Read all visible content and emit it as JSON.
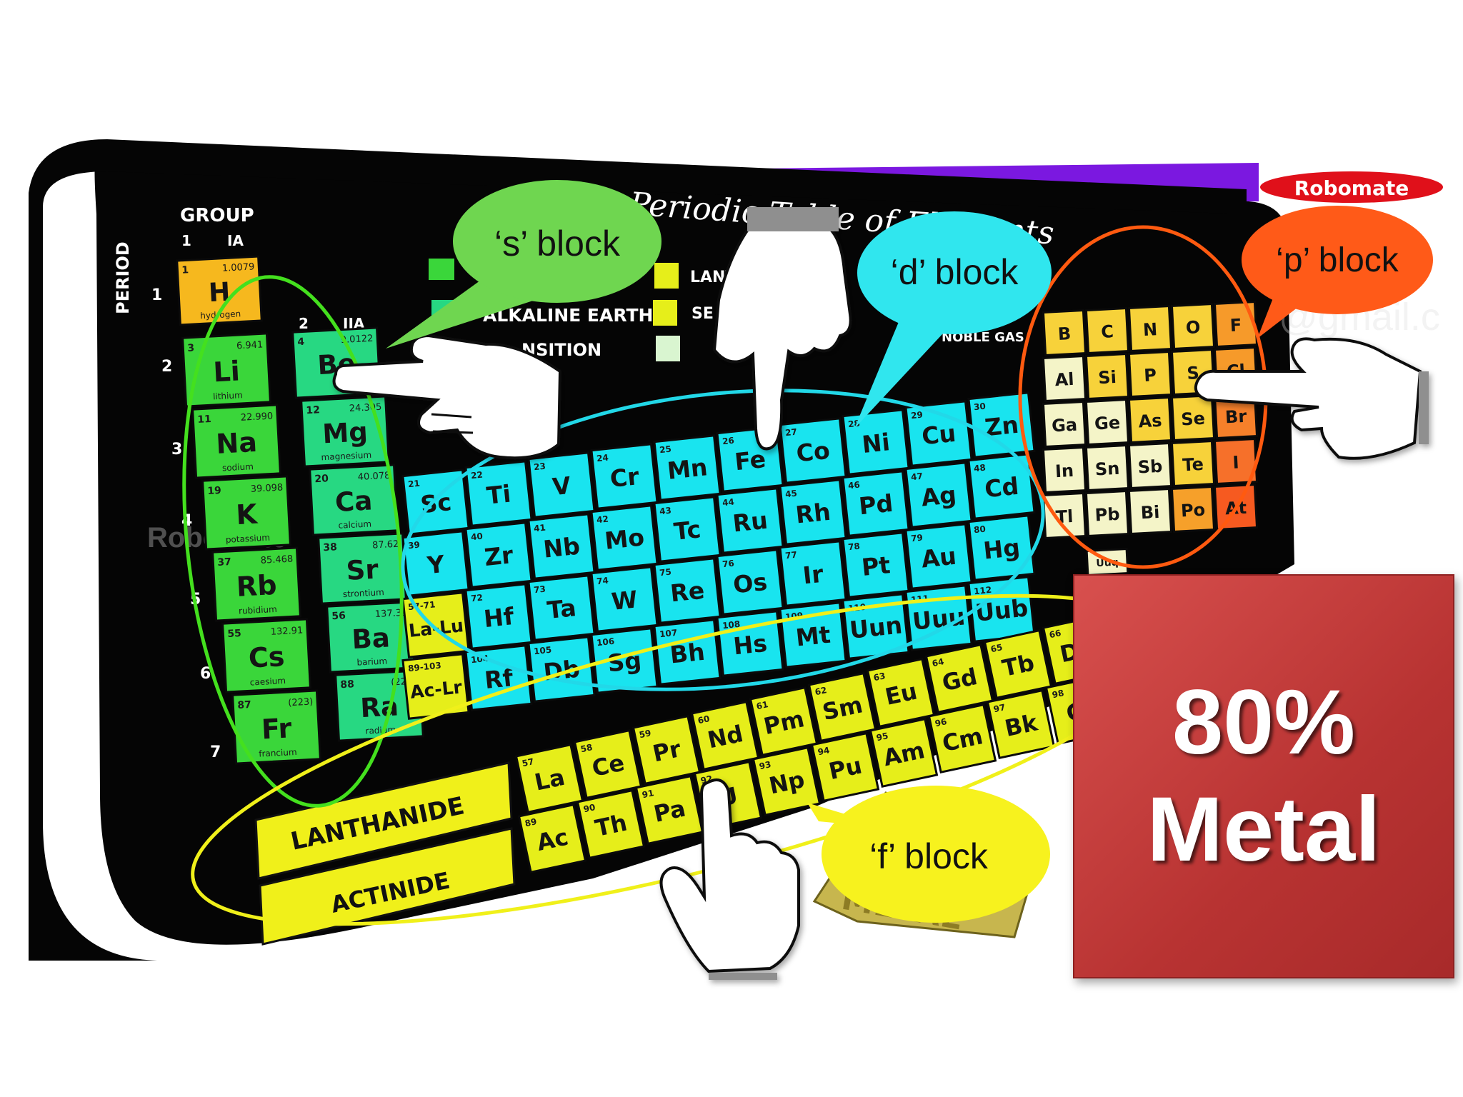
{
  "title": "Periodic Table of Elements",
  "brand": "Robomate",
  "watermark_left": "Robomate",
  "watermark_right": "@gmail.c",
  "labels": {
    "period": "PERIOD",
    "group": "GROUP",
    "group_1": "1",
    "group_1_roman": "IA",
    "group_2": "2",
    "group_2_roman": "IIA",
    "lanthanide": "LANTHANIDE",
    "actinide": "ACTINIDE",
    "metal_bar": "METAL"
  },
  "periods": [
    "1",
    "2",
    "3",
    "4",
    "5",
    "6",
    "7"
  ],
  "legend": {
    "alkaline_earth": "ALKALINE EARTH",
    "lanthanide_partial": "LANT",
    "transition_partial": "NSITION",
    "semimetal_partial": "SE",
    "noble_gas_partial": "NOBLE GAS"
  },
  "bubbles": {
    "s": "‘s’ block",
    "d": "‘d’ block",
    "p": "‘p’ block",
    "f": "‘f’ block"
  },
  "callout": {
    "line1": "80%",
    "line2": "Metal"
  },
  "colors": {
    "background": "#ffffff",
    "table_black": "#050505",
    "s_block_green": "#3ad63a",
    "alkaline_green": "#27d882",
    "d_block_cyan": "#19e4ef",
    "f_block_yellow": "#e6ee1a",
    "p_block_orange": "#f6a32e",
    "callout_red": "#c13b3a",
    "s_bubble": "#6fd650",
    "d_bubble": "#30e6ee",
    "p_bubble": "#ff5a18",
    "f_bubble": "#f7f21e"
  },
  "elements": {
    "s": [
      {
        "sym": "H",
        "num": "1",
        "mass": "1.0079",
        "name": "hydrogen",
        "color": "#f6b81e"
      },
      {
        "sym": "Li",
        "num": "3",
        "mass": "6.941",
        "name": "lithium",
        "color": "#3ad63a"
      },
      {
        "sym": "Na",
        "num": "11",
        "mass": "22.990",
        "name": "sodium",
        "color": "#3ad63a"
      },
      {
        "sym": "K",
        "num": "19",
        "mass": "39.098",
        "name": "potassium",
        "color": "#3ad63a"
      },
      {
        "sym": "Rb",
        "num": "37",
        "mass": "85.468",
        "name": "rubidium",
        "color": "#3ad63a"
      },
      {
        "sym": "Cs",
        "num": "55",
        "mass": "132.91",
        "name": "caesium",
        "color": "#3ad63a"
      },
      {
        "sym": "Fr",
        "num": "87",
        "mass": "(223)",
        "name": "francium",
        "color": "#3ad63a"
      },
      {
        "sym": "Be",
        "num": "4",
        "mass": "9.0122",
        "name": "",
        "color": "#27d882"
      },
      {
        "sym": "Mg",
        "num": "12",
        "mass": "24.305",
        "name": "magnesium",
        "color": "#27d882"
      },
      {
        "sym": "Ca",
        "num": "20",
        "mass": "40.078",
        "name": "calcium",
        "color": "#27d882"
      },
      {
        "sym": "Sr",
        "num": "38",
        "mass": "87.62",
        "name": "strontium",
        "color": "#27d882"
      },
      {
        "sym": "Ba",
        "num": "56",
        "mass": "137.33",
        "name": "barium",
        "color": "#27d882"
      },
      {
        "sym": "Ra",
        "num": "88",
        "mass": "(226)",
        "name": "radium",
        "color": "#27d882"
      }
    ],
    "d": [
      [
        "Sc",
        "Ti",
        "V",
        "Cr",
        "Mn",
        "Fe",
        "Co",
        "Ni",
        "Cu",
        "Zn"
      ],
      [
        "Y",
        "Zr",
        "Nb",
        "Mo",
        "Tc",
        "Ru",
        "Rh",
        "Pd",
        "Ag",
        "Cd"
      ],
      [
        "La-Lu",
        "Hf",
        "Ta",
        "W",
        "Re",
        "Os",
        "Ir",
        "Pt",
        "Au",
        "Hg"
      ],
      [
        "Ac-Lr",
        "Rf",
        "Db",
        "Sg",
        "Bh",
        "Hs",
        "Mt",
        "Uun",
        "Uuu",
        "Uub"
      ]
    ],
    "d_numbers": [
      [
        "21",
        "22",
        "23",
        "24",
        "25",
        "26",
        "27",
        "28",
        "29",
        "30"
      ],
      [
        "39",
        "40",
        "41",
        "42",
        "43",
        "44",
        "45",
        "46",
        "47",
        "48"
      ],
      [
        "57-71",
        "72",
        "73",
        "74",
        "75",
        "76",
        "77",
        "78",
        "79",
        "80"
      ],
      [
        "89-103",
        "104",
        "105",
        "106",
        "107",
        "108",
        "109",
        "110",
        "111",
        "112"
      ]
    ],
    "p": [
      [
        "B",
        "C",
        "N",
        "O",
        "F"
      ],
      [
        "Al",
        "Si",
        "P",
        "S",
        "Cl"
      ],
      [
        "Ga",
        "Ge",
        "As",
        "Se",
        "Br"
      ],
      [
        "In",
        "Sn",
        "Sb",
        "Te",
        "I"
      ],
      [
        "Tl",
        "Pb",
        "Bi",
        "Po",
        "At"
      ]
    ],
    "p_extra": "Uuq",
    "f_lanthanide": [
      "La",
      "Ce",
      "Pr",
      "Nd",
      "Pm",
      "Sm",
      "Eu",
      "Gd",
      "Tb",
      "Dy"
    ],
    "f_lanthanide_nums": [
      "57",
      "58",
      "59",
      "60",
      "61",
      "62",
      "63",
      "64",
      "65",
      "66"
    ],
    "f_actinide": [
      "Ac",
      "Th",
      "Pa",
      "U",
      "Np",
      "Pu",
      "Am",
      "Cm",
      "Bk",
      "Cf"
    ],
    "f_actinide_nums": [
      "89",
      "90",
      "91",
      "92",
      "93",
      "94",
      "95",
      "96",
      "97",
      "98"
    ]
  }
}
